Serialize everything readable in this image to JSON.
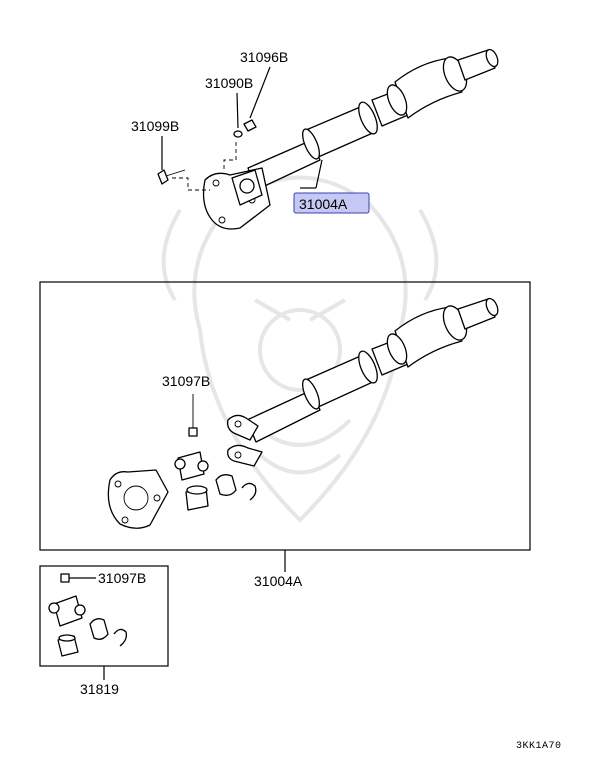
{
  "labels": {
    "p31096B": "31096B",
    "p31090B": "31090B",
    "p31099B": "31099B",
    "p31004A_top": "31004A",
    "p31097B_main": "31097B",
    "p31004A_box": "31004A",
    "p31097B_kit": "31097B",
    "p31819": "31819"
  },
  "diagram_code": "3KK1A70",
  "colors": {
    "highlight_fill": "#c5c8f3",
    "highlight_stroke": "#3a3fb4",
    "line": "#000000",
    "watermark": "#e6e6e6"
  }
}
